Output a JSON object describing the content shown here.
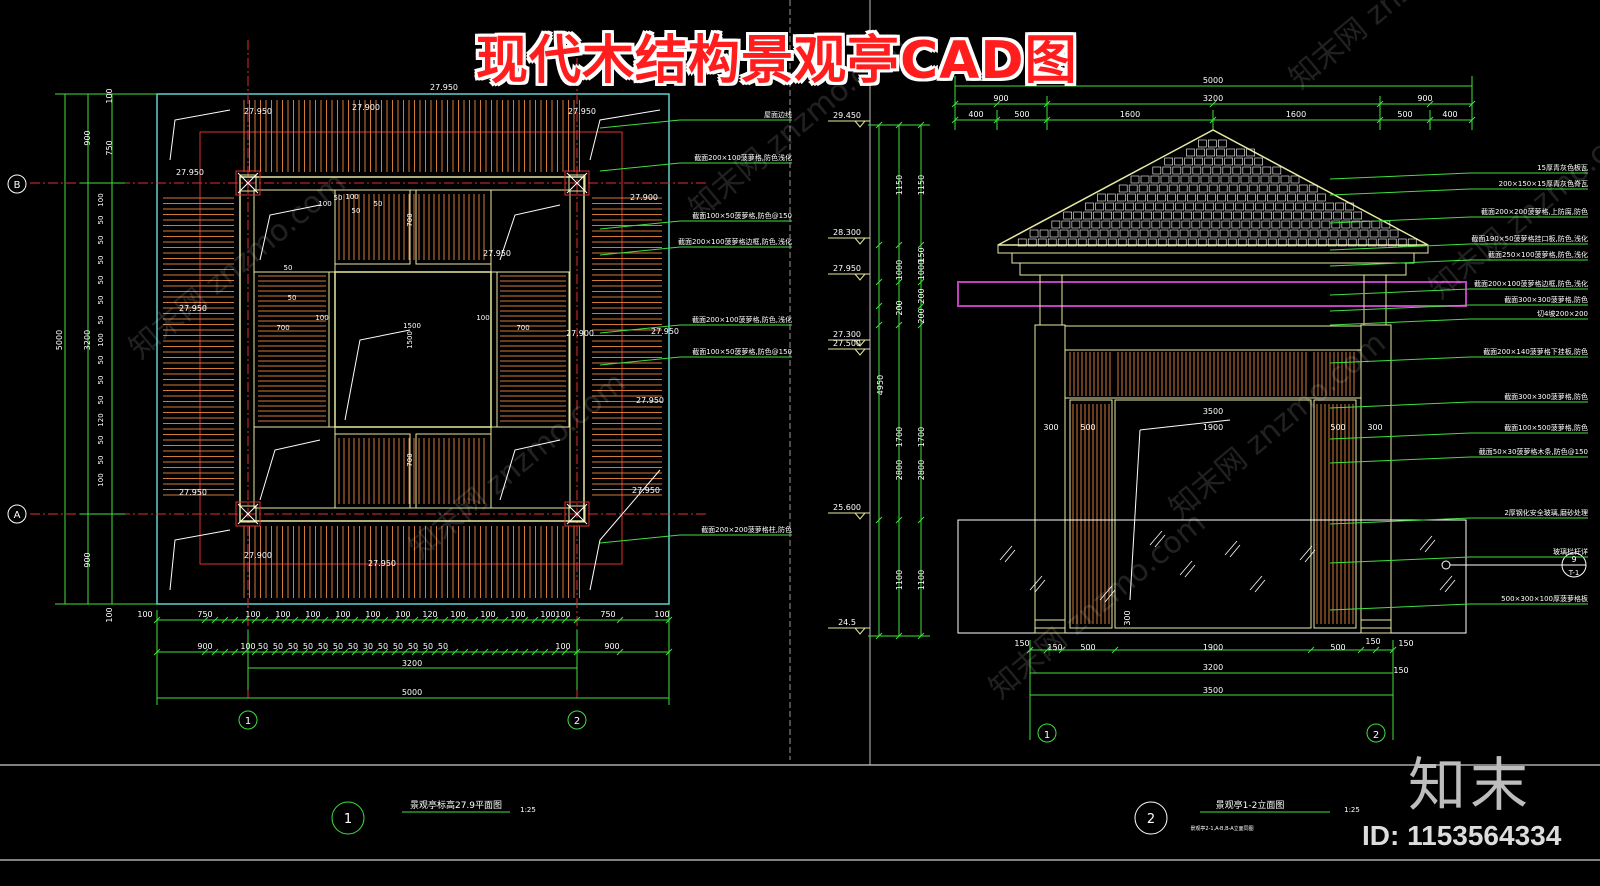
{
  "banner": {
    "title": "现代木结构景观亭CAD图"
  },
  "watermark": {
    "logo": "知末",
    "id": "ID: 1153564334",
    "site": "znzmo.com",
    "site_cn": "知末网"
  },
  "plan": {
    "title": "景观亭标高27.9平面图",
    "scale": "1:25",
    "number": "1",
    "grid_rows": [
      "B",
      "A"
    ],
    "grid_cols": [
      "1",
      "2"
    ],
    "levels": [
      "27.950",
      "27.900",
      "27.950",
      "27.950",
      "27.950",
      "27.900",
      "27.950",
      "27.950",
      "27.900",
      "27.950",
      "27.950",
      "27.950",
      "27.950",
      "27.900",
      "27.950"
    ],
    "dims_bottom_1": [
      "100",
      "750",
      "100",
      "100",
      "100",
      "100",
      "100",
      "100",
      "120",
      "100",
      "100",
      "100",
      "100",
      "100",
      "750",
      "100"
    ],
    "dims_bottom_2": [
      "900",
      "100",
      "50",
      "50",
      "50",
      "50",
      "50",
      "50",
      "50",
      "30",
      "50",
      "50",
      "50",
      "50",
      "50",
      "100",
      "900"
    ],
    "dim_mid": "3200",
    "dim_total": "5000",
    "dims_left": [
      "900",
      "750",
      "5000",
      "3200",
      "100",
      "900",
      "100"
    ],
    "inner_dims": [
      "700",
      "100",
      "1500",
      "100",
      "700",
      "1500",
      "700",
      "700",
      "50",
      "50",
      "100",
      "50",
      "50",
      "100",
      "50"
    ],
    "notes": [
      "屋面边线",
      "截面200×100菠萝格,防色浅化",
      "截面100×50菠萝格,防色@150",
      "截面200×100菠萝格边框,防色,浅化",
      "截面200×100菠萝格,防色,浅化",
      "截面100×50菠萝格,防色@150",
      "截面200×200菠萝格柱,防色"
    ]
  },
  "elevation": {
    "title": "景观亭1-2立面图",
    "subtitle": "景观亭2-1,A-B,B-A立面同图",
    "scale": "1:25",
    "number": "2",
    "grid_cols": [
      "1",
      "2"
    ],
    "top_dims_1": [
      "5000"
    ],
    "top_dims_2": [
      "900",
      "3200",
      "900"
    ],
    "top_dims_3": [
      "400",
      "500",
      "1600",
      "1600",
      "500",
      "400"
    ],
    "levels": [
      "29.450",
      "28.300",
      "27.950",
      "27.500",
      "27.300",
      "25.600",
      "24.5"
    ],
    "left_dims_a": [
      "1150",
      "1000",
      "200",
      "2800",
      "1100",
      "1700"
    ],
    "left_dims_b": [
      "1150",
      "150",
      "1000",
      "200",
      "200",
      "1700",
      "2800",
      "1100"
    ],
    "left_total": "4950",
    "inner_dims": [
      "3500",
      "300",
      "500",
      "1900",
      "500",
      "300",
      "300"
    ],
    "bottom_dims_1": [
      "150",
      "150",
      "500",
      "1900",
      "500",
      "150",
      "150"
    ],
    "bottom_dim_2": "3200",
    "bottom_dim_3": "3500",
    "right_150": "150",
    "callout": {
      "top": "9",
      "bottom": "T-1"
    },
    "notes": [
      "15厚青灰色板瓦",
      "200×150×15厚青灰色脊瓦",
      "截面200×200菠萝格,上防腐,防色",
      "截面190×50菠萝格挂口板,防色,浅化",
      "截面250×100菠萝格,防色,浅化",
      "截面200×100菠萝格边框,防色,浅化",
      "截面300×300菠萝格,防色",
      "切4坡200×200",
      "截面200×140菠萝格下挂板,防色",
      "截面300×300菠萝格,防色",
      "截面100×500菠萝格,防色",
      "截面50×30菠萝格木条,防色@150",
      "2厚钢化安全玻璃,磨砂处理",
      "玻璃栏杆详",
      "500×300×100厚菠萝格板"
    ]
  },
  "colors": {
    "line": "#e8e8a0",
    "dim": "#3fe03f",
    "wood": "#d07a3a",
    "red": "#e03030",
    "white": "#ffffff",
    "cyan": "#5fd0d0",
    "magenta": "#c040c0"
  }
}
